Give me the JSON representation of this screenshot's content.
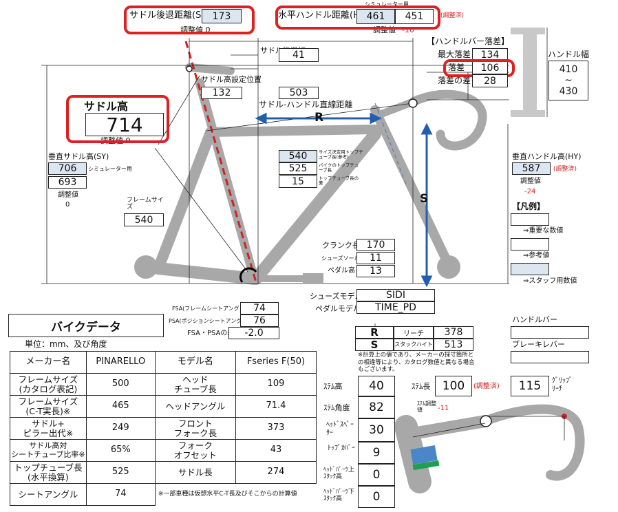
{
  "top": {
    "saddle_setback_label": "サドル後退距離(SX)",
    "saddle_setback_value": "173",
    "saddle_setback_adjust": "調整値 0",
    "sim_label": "シミュレーター用",
    "hx_label": "水平ハンドル距離(HX)",
    "hx_value1": "461",
    "hx_value2": "451",
    "hx_adjusted": "(調整済)",
    "hx_adjust_caption": "調整値",
    "hx_adjust_value": "-10"
  },
  "saddle": {
    "setback_width_label": "サドル後退幅",
    "setback_width_value": "41",
    "height_position_label": "サドル高設定位置",
    "height_position_value": "132",
    "height_title": "サドル高",
    "height_value": "714",
    "height_adjust": "調整値 0",
    "reach_line_value": "503",
    "reach_line_label": "サドル-ハンドル直線距離"
  },
  "handlebar_drop": {
    "title": "【ハンドルバー落差】",
    "max_drop_label": "最大落差",
    "max_drop_value": "134",
    "drop_label": "落差",
    "drop_value": "106",
    "drop_diff_label": "落差の差",
    "drop_diff_value": "28",
    "width_label": "ハンドル幅",
    "width_min": "410",
    "width_tilde": "~",
    "width_max": "430"
  },
  "letters": {
    "r": "R",
    "s": "S"
  },
  "vertical_saddle": {
    "label": "垂直サドル高(SY)",
    "value_sim": "706",
    "sim_label": "シミュレーター用",
    "value": "693",
    "adjust_caption": "調整値",
    "adjust_value": "0"
  },
  "vertical_handle": {
    "label": "垂直ハンドル高(HY)",
    "value": "587",
    "adjusted": "(調整済)",
    "adjust_caption": "調整値",
    "adjust_value": "-24"
  },
  "legend": {
    "title": "【凡例】",
    "important": "⇒重要な数値",
    "reference": "⇒参考値",
    "staff": "⇒スタッフ用数値"
  },
  "frame_size": {
    "label": "フレームサイズ",
    "value": "540"
  },
  "top_tube": {
    "size_value": "540",
    "size_label": "サイズ決定用トップチューブ長(参考)",
    "actual_value": "525",
    "actual_label": "バイクのトップチューブ長",
    "diff_value": "15",
    "diff_label": "トップチューブ長の差"
  },
  "crank": {
    "crank_label": "クランク長",
    "crank_value": "170",
    "sole_label": "シューズソール厚",
    "sole_value": "11",
    "pedal_label": "ペダル高",
    "pedal_value": "13"
  },
  "shoes": {
    "shoe_label": "シューズモデル",
    "shoe_value": "SIDI",
    "pedal_label": "ペダルモデル",
    "pedal_value": "TIME_PD"
  },
  "angles": {
    "fsa_label": "FSA(フレームシートアングル)",
    "fsa_value": "74",
    "psa_label": "PSA(ポジションシートアングル)",
    "psa_value": "76",
    "diff_label": "FSA・PSAの差",
    "diff_value": "-2.0"
  },
  "bike_data": {
    "title": "バイクデータ",
    "unit": "単位：mm、及び角度",
    "header": [
      "メーカー名",
      "PINARELLO",
      "モデル名",
      "Fseries F(50)"
    ],
    "rows": [
      [
        "フレームサイズ\n(カタログ表記)",
        "500",
        "ヘッド\nチューブ長",
        "109"
      ],
      [
        "フレームサイズ\n(C-T実長)※",
        "465",
        "ヘッドアングル",
        "71.4"
      ],
      [
        "サドル+\nピラー出代※",
        "249",
        "フロント\nフォーク長",
        "373"
      ],
      [
        "サドル高対\nシートチューブ比率※",
        "65%",
        "フォーク\nオフセット",
        "43"
      ],
      [
        "トップチューブ長\n(水平換算)",
        "525",
        "サドル長",
        "274"
      ],
      [
        "シートアングル",
        "74",
        "※一部車種は仮想水平C-T長及びそこからの計算値",
        ""
      ]
    ]
  },
  "reach_stack": {
    "r_letter": "R",
    "reach_label": "リーチ",
    "reach_value": "378",
    "s_letter": "S",
    "stack_label": "スタックハイト",
    "stack_value": "513",
    "note": "※計算上の値であり、メーカーの採寸箇所との相違等により、カタログ数値と異なる場合もございます。"
  },
  "stem": {
    "height_label": "ｽﾃﾑ高",
    "height_value": "40",
    "angle_label": "ｽﾃﾑ角度",
    "angle_value": "82",
    "spacer_label": "ﾍｯﾄﾞｽﾍﾟｰｻｰ",
    "spacer_value": "30",
    "topcap_label": "ﾄｯﾌﾟｶﾊﾞｰ",
    "topcap_value": "9",
    "upper_stack_label": "ﾍｯﾄﾞﾊﾟｰﾂ上ｽﾀｯｸ高",
    "upper_stack_value": "0",
    "lower_stack_label": "ﾍｯﾄﾞﾊﾟｰﾂ下ｽﾀｯｸ高",
    "lower_stack_value": "0",
    "length_label": "ｽﾃﾑ長",
    "length_value": "100",
    "length_adjusted": "(調整済)",
    "length_adjust_caption": "ｽﾃﾑ調整値",
    "length_adjust_value": "-11",
    "grip_value": "115",
    "grip_label": "ｸﾞﾘｯﾌﾟﾘｰﾁ"
  },
  "components": {
    "handlebar_label": "ハンドルバー",
    "handlebar_value": "",
    "brake_lever_label": "ブレーキレバー",
    "brake_lever_value": ""
  }
}
